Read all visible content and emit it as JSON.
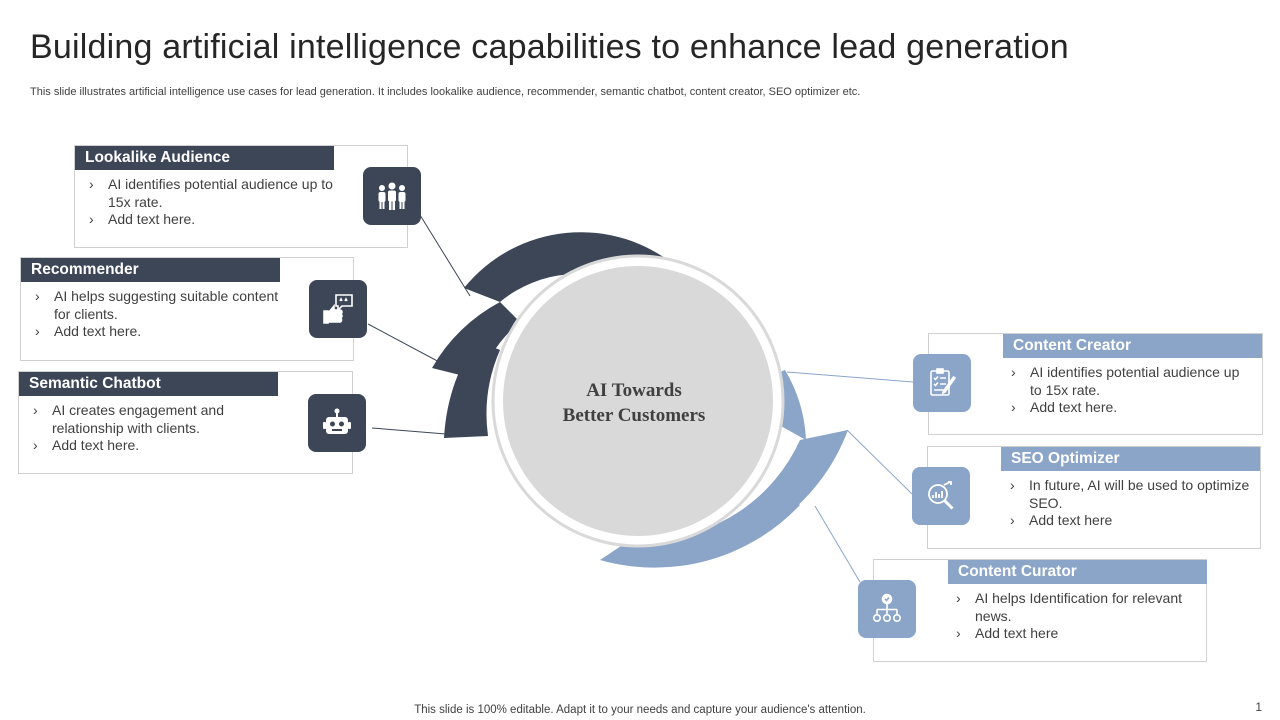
{
  "title": "Building artificial intelligence capabilities to enhance lead generation",
  "subtitle": "This slide illustrates artificial intelligence use cases for lead generation. It includes lookalike audience, recommender, semantic chatbot, content creator, SEO optimizer etc.",
  "center": {
    "line1": "AI Towards",
    "line2": "Better Customers"
  },
  "colors": {
    "dark": "#3d4657",
    "light": "#8ba5c9",
    "circle": "#d9d9d9"
  },
  "cards": [
    {
      "heading": "Lookalike Audience",
      "icon": "people-group-icon",
      "bullets": [
        "AI identifies potential audience up to 15x rate.",
        "Add text here."
      ]
    },
    {
      "heading": "Recommender",
      "icon": "thumbs-up-rating-icon",
      "bullets": [
        "AI helps suggesting suitable content for clients.",
        "Add text here."
      ]
    },
    {
      "heading": "Semantic Chatbot",
      "icon": "robot-icon",
      "bullets": [
        "AI creates engagement and relationship with clients.",
        "Add text here."
      ]
    },
    {
      "heading": "Content Creator",
      "icon": "checklist-pen-icon",
      "bullets": [
        "AI identifies potential audience up to 15x rate.",
        "Add text here."
      ]
    },
    {
      "heading": "SEO Optimizer",
      "icon": "seo-magnifier-icon",
      "bullets": [
        "In future, AI will be used to optimize SEO.",
        "Add text here"
      ]
    },
    {
      "heading": "Content Curator",
      "icon": "hierarchy-check-icon",
      "bullets": [
        "AI helps Identification for relevant news.",
        "Add text here"
      ]
    }
  ],
  "footer": "This slide is 100% editable. Adapt it to your needs and capture your audience's attention.",
  "page_number": "1"
}
